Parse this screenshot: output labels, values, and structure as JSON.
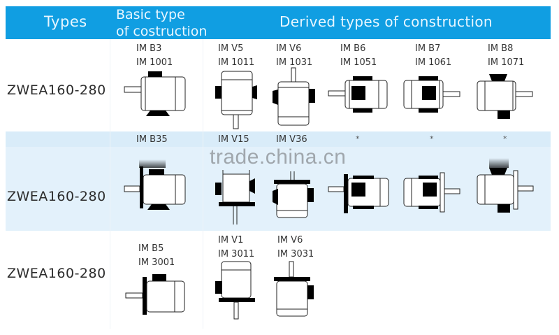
{
  "header": {
    "types": "Types",
    "basic_line1": "Basic type",
    "basic_line2": "of costruction",
    "derived": "Derived types of construction",
    "bg_color": "#109ee2"
  },
  "rows": [
    {
      "label": "ZWEA160-280",
      "basic": {
        "line1": "IM B3",
        "line2": "IM 1001"
      },
      "derived": [
        {
          "line1": "IM V5",
          "line2": "IM 1011"
        },
        {
          "line1": "IM V6",
          "line2": "IM 1031"
        },
        {
          "line1": "IM B6",
          "line2": "IM 1051"
        },
        {
          "line1": "IM B7",
          "line2": "IM 1061"
        },
        {
          "line1": "IM B8",
          "line2": "IM 1071"
        }
      ]
    },
    {
      "label": "ZWEA160-280",
      "basic": {
        "line1": "IM B35"
      },
      "derived": [
        {
          "line1": "IM V15"
        },
        {
          "line1": "IM V36"
        },
        {
          "line1": "*"
        },
        {
          "line1": "*"
        },
        {
          "line1": "*"
        }
      ]
    },
    {
      "label": "ZWEA160-280",
      "basic": {
        "line1": "IM B5",
        "line2": "IM 3001"
      },
      "derived": [
        {
          "line1": "IM V1",
          "line2": "IM 3011"
        },
        {
          "line1": "IM V6",
          "line2": "IM 3031"
        }
      ]
    }
  ],
  "watermark": "trade.china.cn"
}
